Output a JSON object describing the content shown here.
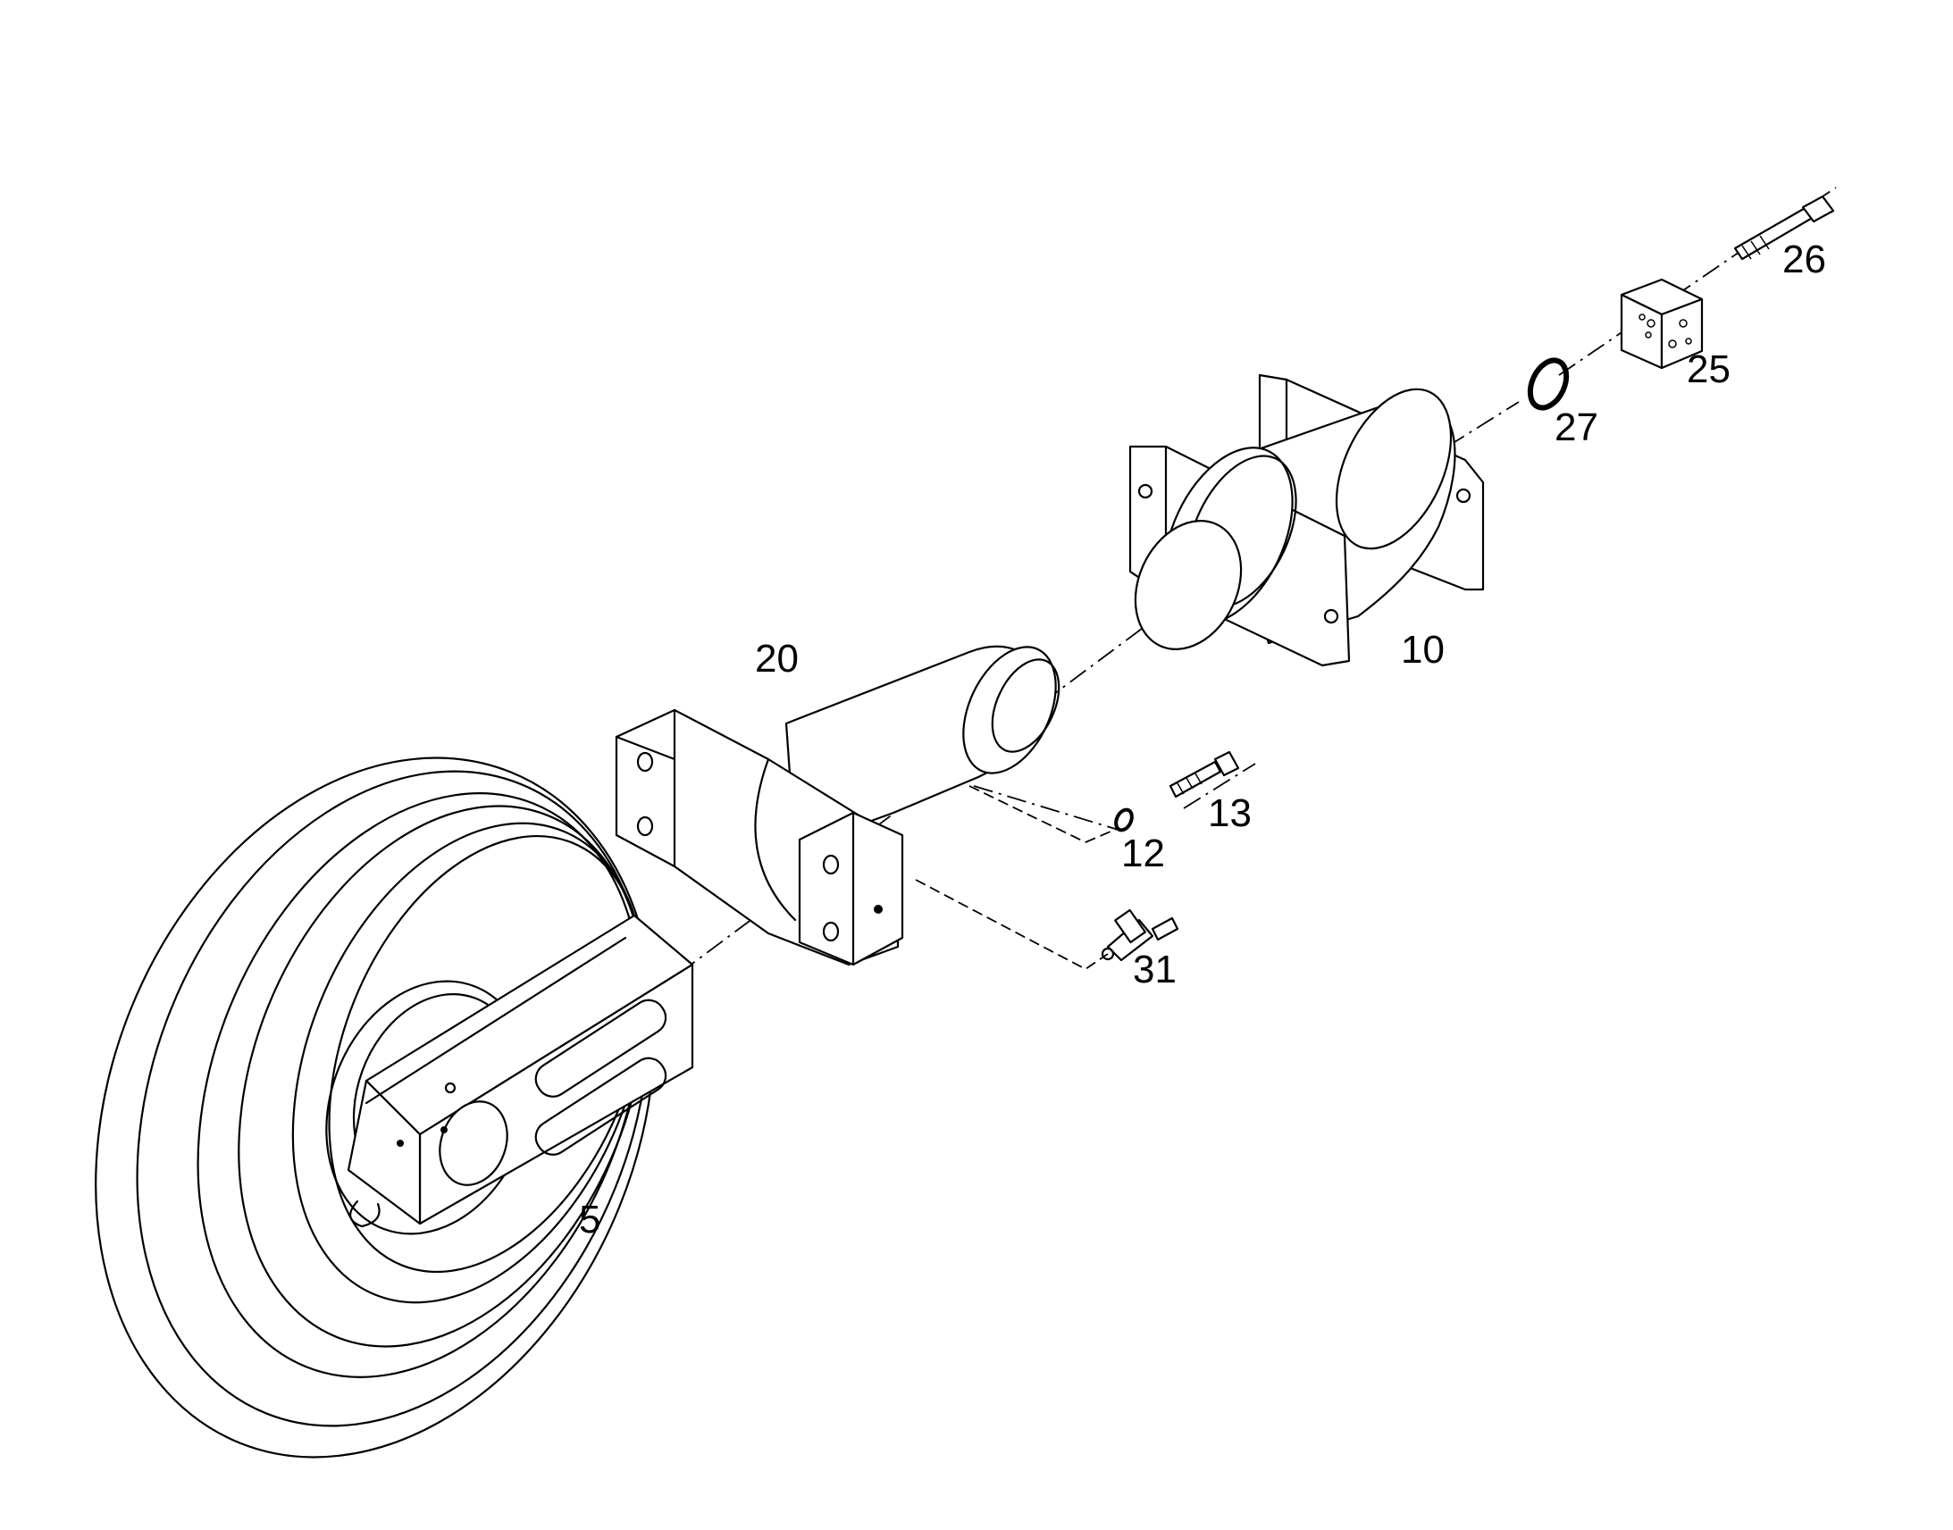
{
  "labels": {
    "p5": "5",
    "p10": "10",
    "p12": "12",
    "p13": "13",
    "p20": "20",
    "p25": "25",
    "p26": "26",
    "p27": "27",
    "p31": "31"
  },
  "colors": {
    "line": "#000000",
    "background": "#ffffff"
  }
}
